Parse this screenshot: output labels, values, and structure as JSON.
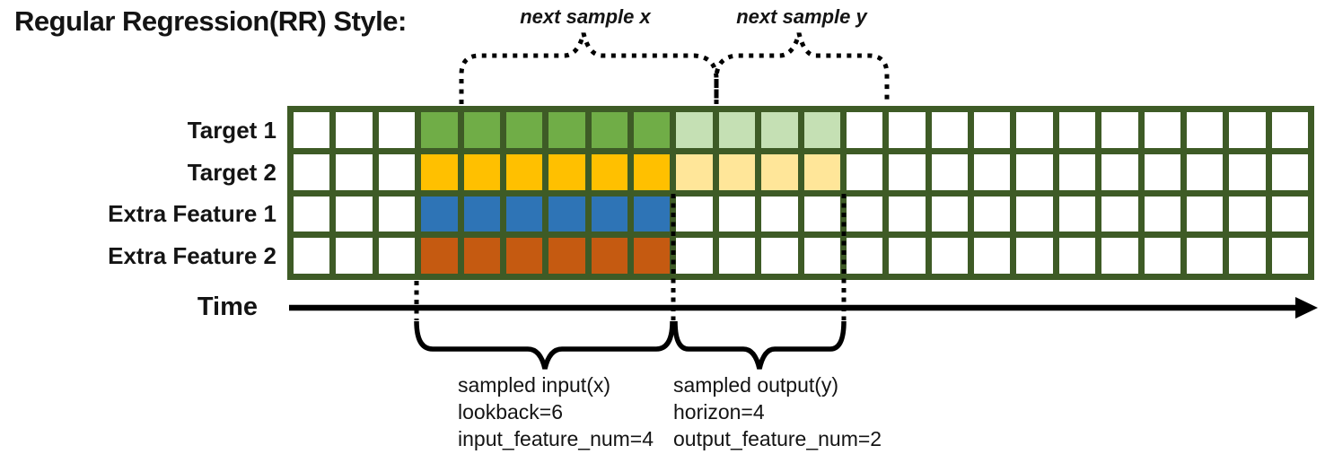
{
  "title": "Regular Regression(RR) Style:",
  "top_labels": {
    "next_sample_x": "next sample x",
    "next_sample_y": "next sample y"
  },
  "time_label": "Time",
  "rows": [
    {
      "label": "Target 1",
      "input_color": "#70AD47",
      "output_color": "#C5E0B4"
    },
    {
      "label": "Target 2",
      "input_color": "#FFC000",
      "output_color": "#FFE699"
    },
    {
      "label": "Extra Feature 1",
      "input_color": "#2E74B6",
      "output_color": "#FFFFFF"
    },
    {
      "label": "Extra Feature 2",
      "input_color": "#C55A11",
      "output_color": "#FFFFFF"
    }
  ],
  "grid": {
    "total_columns": 24,
    "leading_empty_columns": 3,
    "input_columns": 6,
    "output_columns": 4,
    "empty_cell_color": "#FFFFFF",
    "border_color": "#3E5B26"
  },
  "bottom_annotations": {
    "input": {
      "line1": "sampled input(x)",
      "line2": "lookback=6",
      "line3": "input_feature_num=4"
    },
    "output": {
      "line1": "sampled output(y)",
      "line2": "horizon=4",
      "line3": "output_feature_num=2"
    }
  },
  "colors": {
    "brace": "#000000",
    "text": "#141414"
  }
}
